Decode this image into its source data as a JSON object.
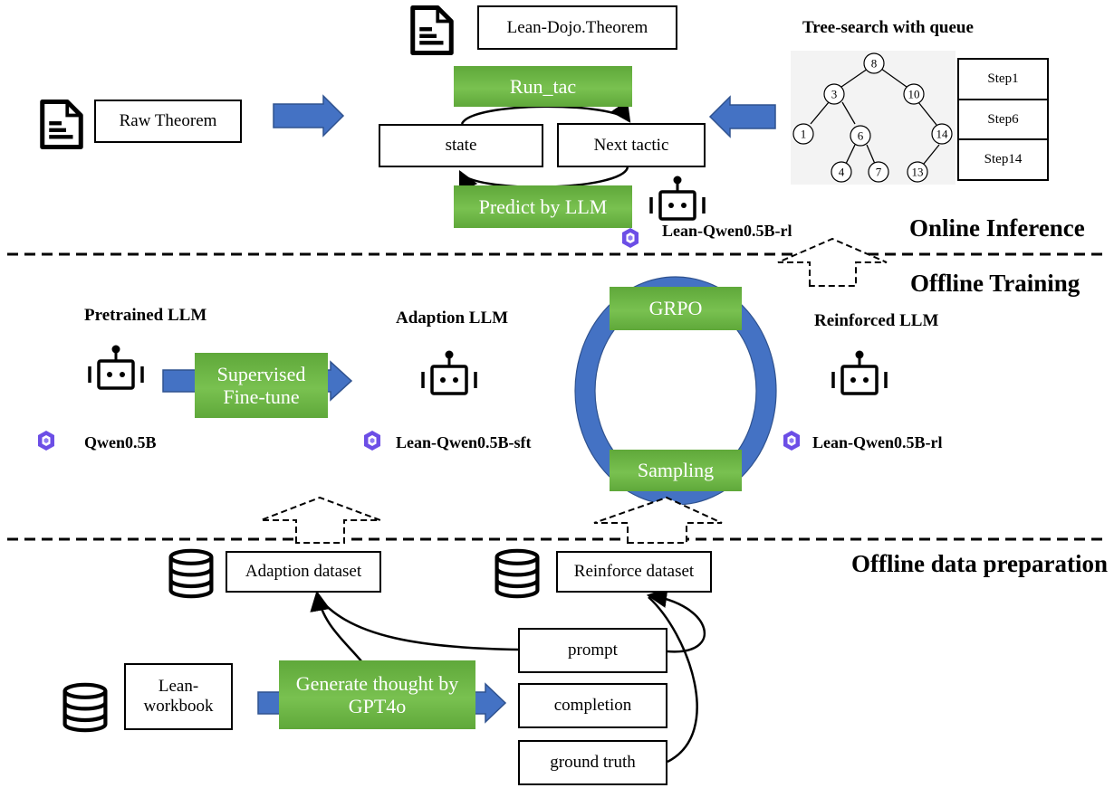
{
  "online": {
    "section_label": "Online Inference",
    "raw_theorem": "Raw Theorem",
    "lean_dojo": "Lean-Dojo.Theorem",
    "run_tac": "Run_tac",
    "state": "state",
    "next_tactic": "Next tactic",
    "predict_by_llm": "Predict by LLM",
    "model_name": "Lean-Qwen0.5B-rl",
    "tree_title": "Tree-search with queue",
    "tree_nodes": [
      "8",
      "3",
      "10",
      "1",
      "6",
      "14",
      "4",
      "7",
      "13"
    ],
    "queue": [
      "Step1",
      "Step6",
      "Step14"
    ]
  },
  "training": {
    "section_label": "Offline Training",
    "pretrained_title": "Pretrained LLM",
    "pretrained_model": "Qwen0.5B",
    "sft_label": "Supervised Fine-tune",
    "adaption_title": "Adaption LLM",
    "adaption_model": "Lean-Qwen0.5B-sft",
    "grpo": "GRPO",
    "sampling": "Sampling",
    "reinforced_title": "Reinforced LLM",
    "reinforced_model": "Lean-Qwen0.5B-rl"
  },
  "data_prep": {
    "section_label": "Offline data preparation",
    "adaption_dataset": "Adaption dataset",
    "reinforce_dataset": "Reinforce dataset",
    "lean_workbook": "Lean-workbook",
    "generate_thought": "Generate thought by GPT4o",
    "prompt": "prompt",
    "completion": "completion",
    "ground_truth": "ground truth"
  },
  "colors": {
    "arrow_blue": "#4472c4",
    "ring_blue": "#4472c4",
    "green": "#70ad47",
    "qwen_purple": "#6c4ee6"
  }
}
